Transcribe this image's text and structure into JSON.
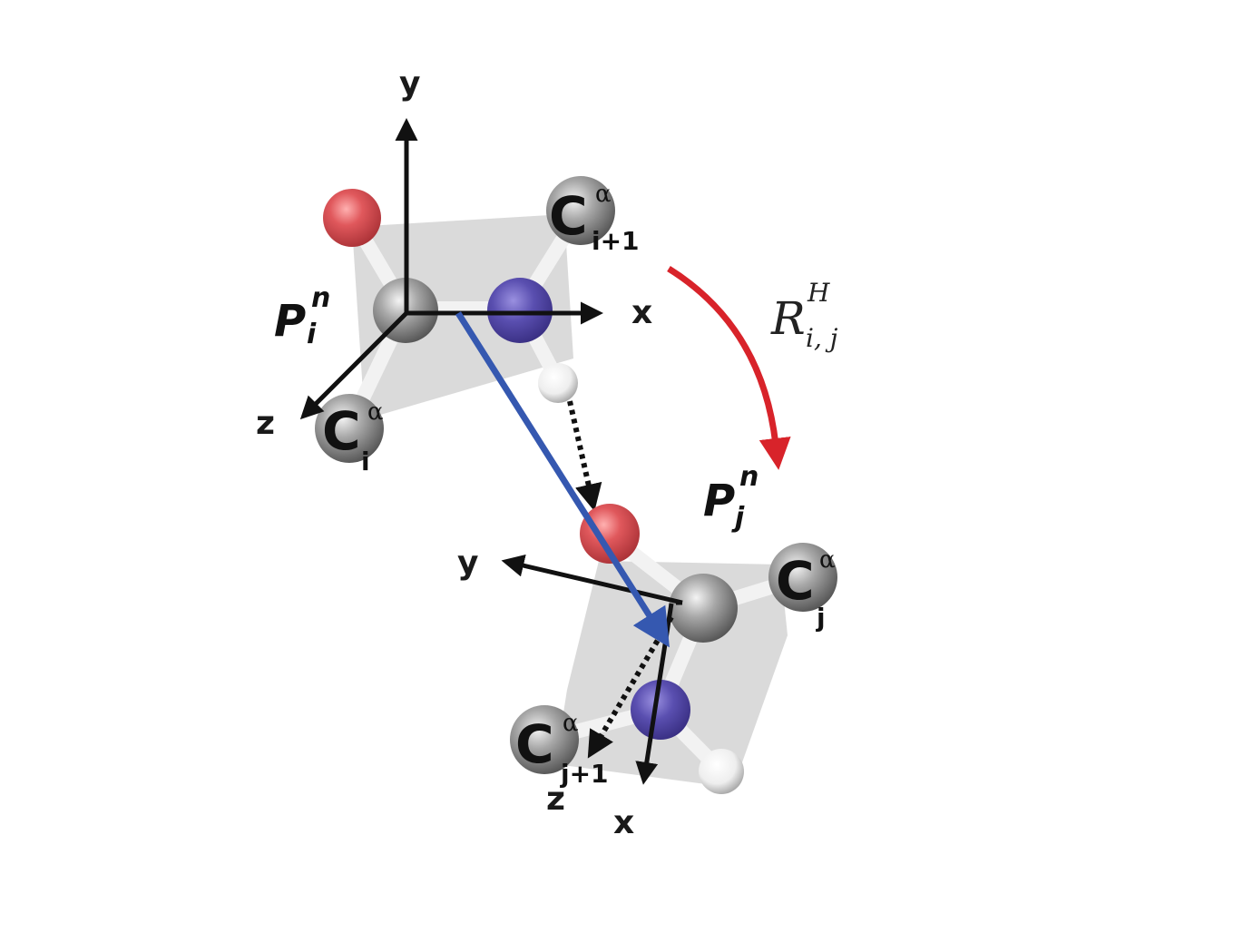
{
  "colors": {
    "oxygen": "#e0585c",
    "nitrogen": "#5a4fb0",
    "carbon": "#8c8c8c",
    "hydrogen": "#eeeeee",
    "plane": "#d4d4d4",
    "vector": "#3558b0",
    "rotation": "#d8232a",
    "axis": "#111111"
  },
  "frame_i": {
    "axis_x": "x",
    "axis_y": "y",
    "axis_z": "z",
    "plane_label": {
      "main": "P",
      "sup": "n",
      "sub": "i"
    },
    "ca_i": {
      "main": "C",
      "sup": "α",
      "sub": "i"
    },
    "ca_i1": {
      "main": "C",
      "sup": "α",
      "sub": "i+1"
    }
  },
  "rotation": {
    "main": "R",
    "sup": "H",
    "sub": "i, j"
  },
  "frame_j": {
    "axis_x": "x",
    "axis_y": "y",
    "axis_z": "z",
    "plane_label": {
      "main": "P",
      "sup": "n",
      "sub": "j"
    },
    "ca_j": {
      "main": "C",
      "sup": "α",
      "sub": "j"
    },
    "ca_j1": {
      "main": "C",
      "sup": "α",
      "sub": "j+1"
    }
  }
}
